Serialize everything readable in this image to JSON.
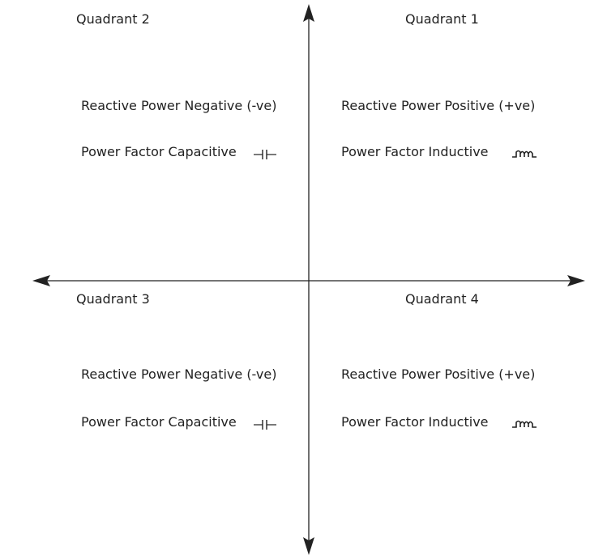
{
  "diagram": {
    "colors": {
      "axis": "#222222",
      "text": "#222222",
      "background": "#ffffff"
    },
    "quadrants": [
      {
        "id": "q2",
        "title": "Quadrant 2",
        "reactive_power": "Reactive Power Negative (-ve)",
        "power_factor": "Power Factor Capacitive",
        "symbol": "capacitor-icon"
      },
      {
        "id": "q1",
        "title": "Quadrant 1",
        "reactive_power": "Reactive Power Positive  (+ve)",
        "power_factor": "Power Factor Inductive",
        "symbol": "inductor-icon"
      },
      {
        "id": "q3",
        "title": "Quadrant 3",
        "reactive_power": "Reactive Power Negative (-ve)",
        "power_factor": "Power Factor Capacitive",
        "symbol": "capacitor-icon"
      },
      {
        "id": "q4",
        "title": "Quadrant 4",
        "reactive_power": "Reactive Power Positive  (+ve)",
        "power_factor": "Power Factor Inductive",
        "symbol": "inductor-icon"
      }
    ]
  }
}
